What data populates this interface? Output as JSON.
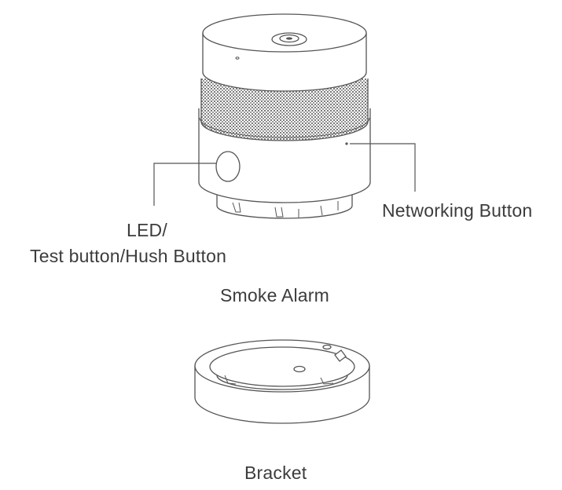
{
  "labels": {
    "networking_button": "Networking Button",
    "led_line1": "LED/",
    "led_line2": "Test button/Hush Button",
    "smoke_alarm": "Smoke Alarm",
    "bracket": "Bracket"
  },
  "colors": {
    "line": "#555555",
    "mesh": "#8a8a8a",
    "text": "#3c3c3c",
    "background": "#ffffff"
  }
}
